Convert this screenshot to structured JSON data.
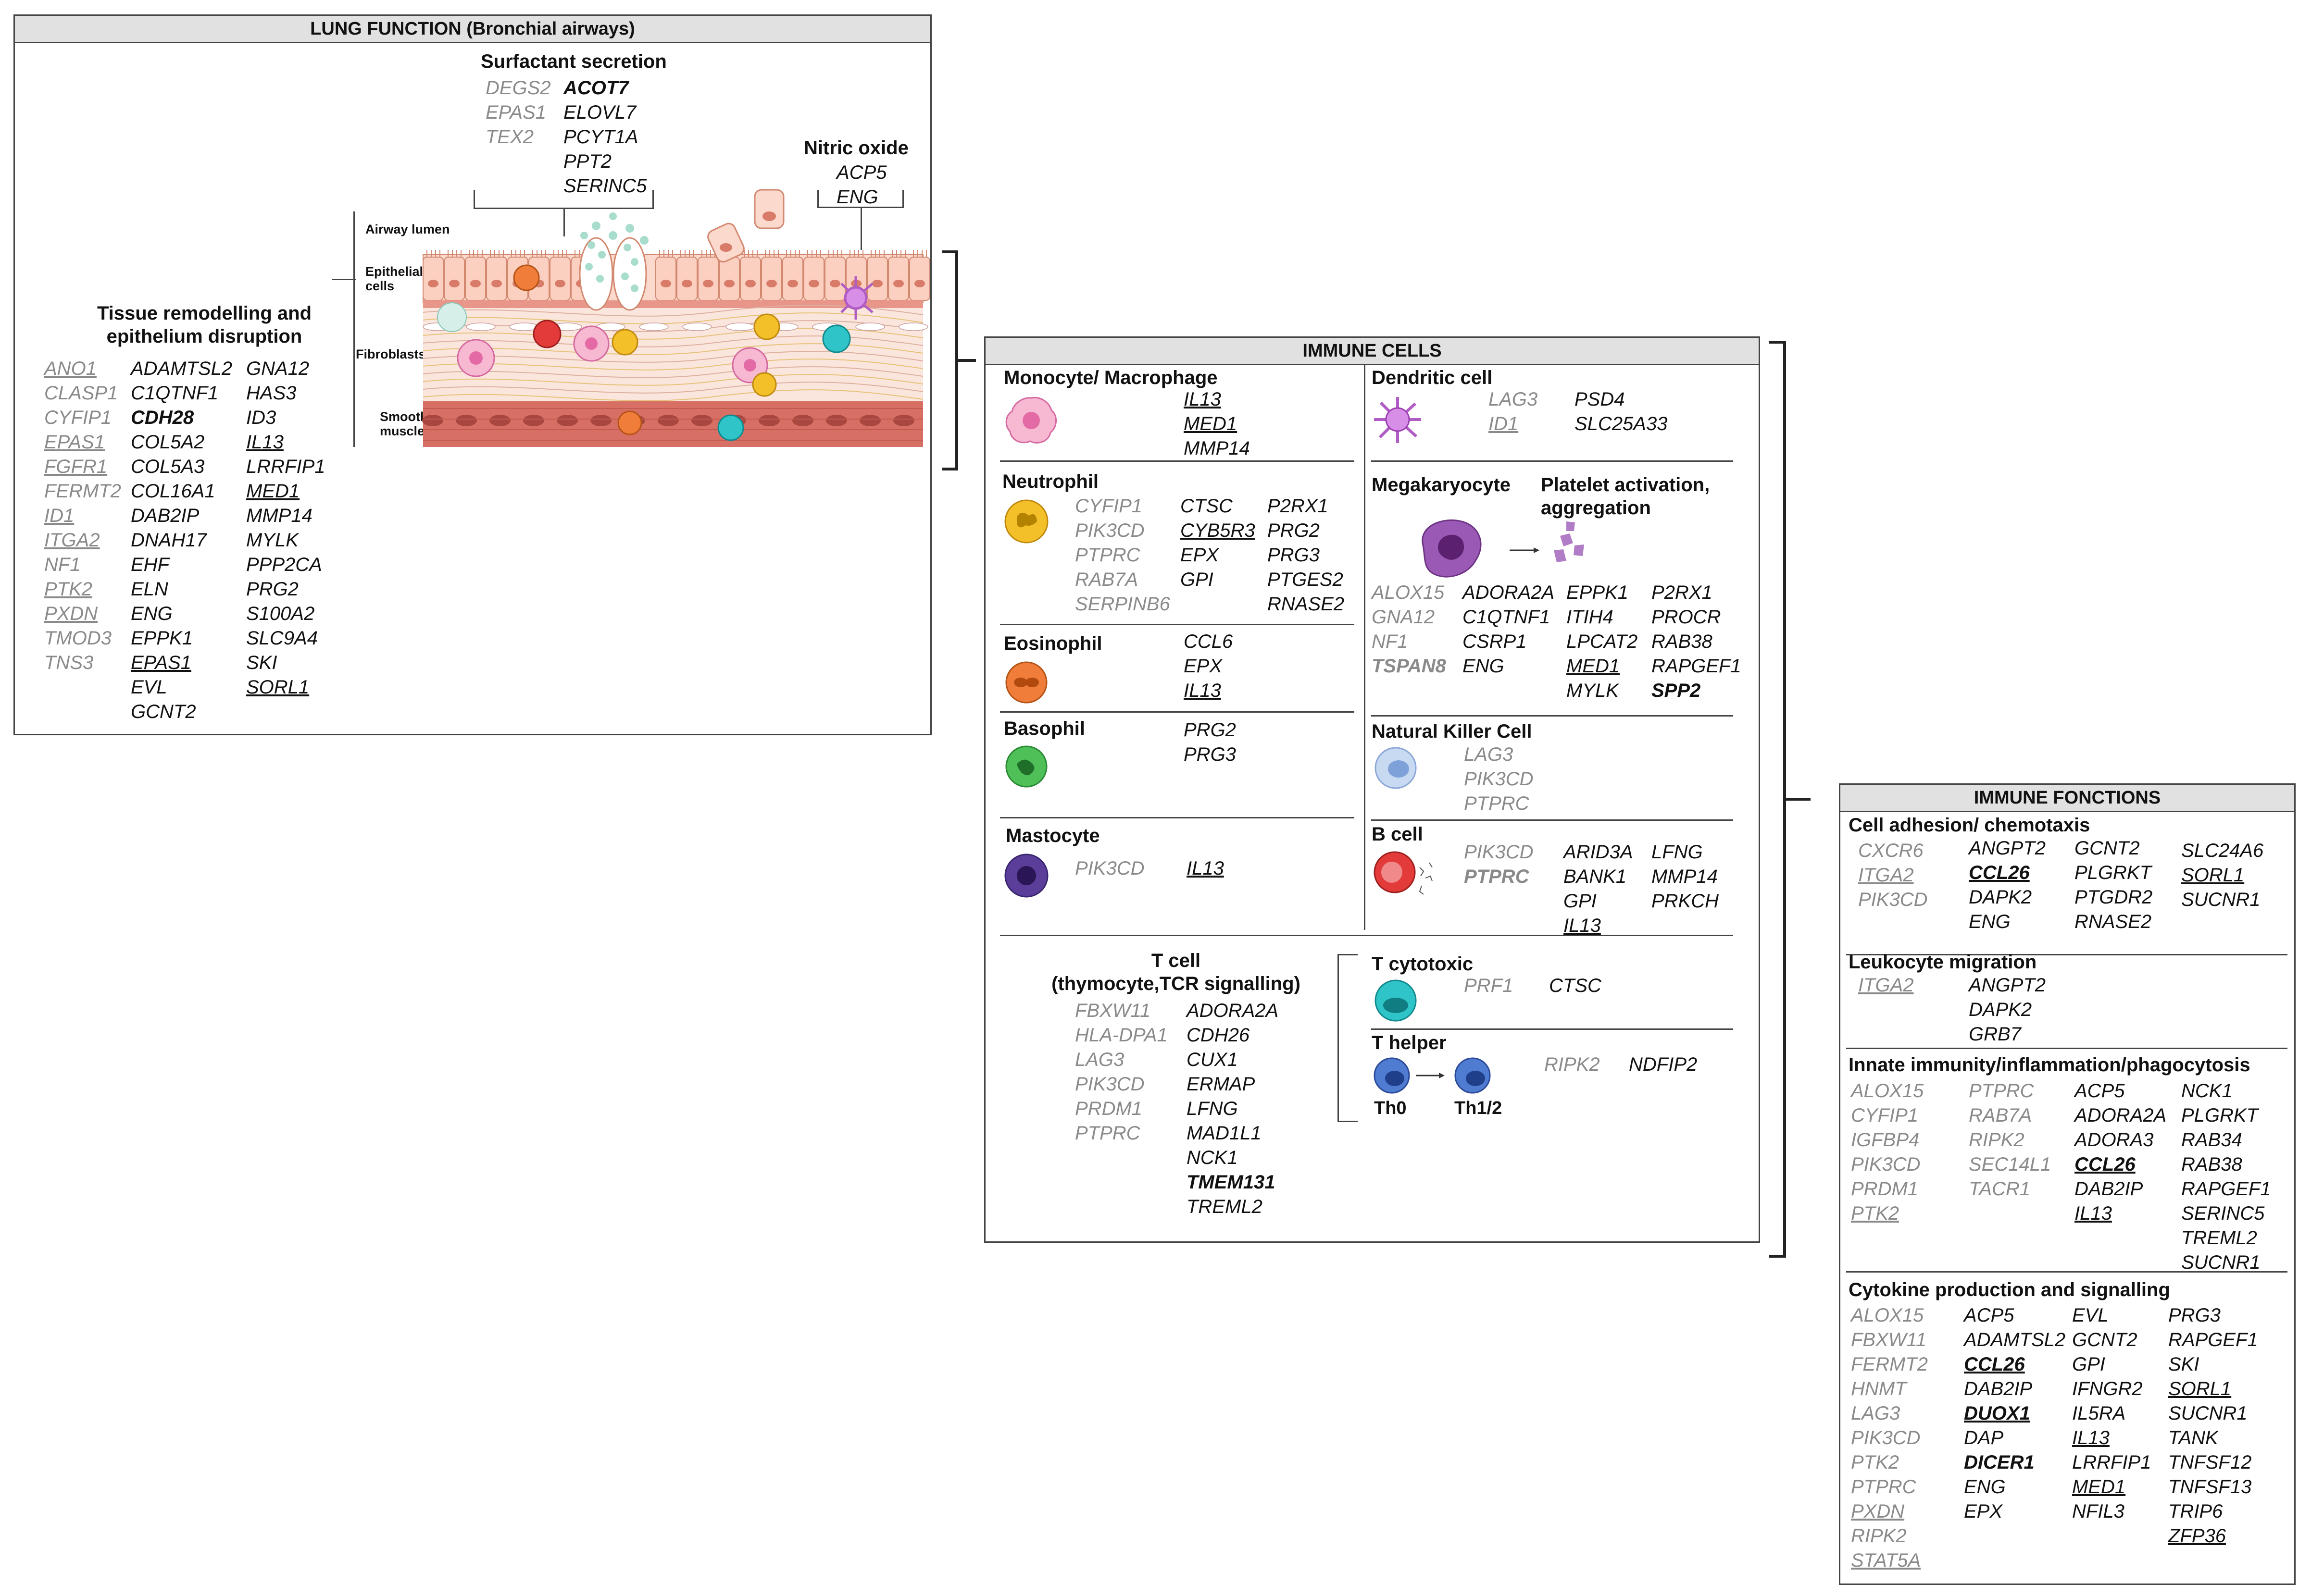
{
  "lung": {
    "header": "LUNG FUNCTION (Bronchial airways)",
    "surfactant": {
      "title": "Surfactant secretion",
      "col1": [
        {
          "t": "DEGS2",
          "s": "g"
        },
        {
          "t": "EPAS1",
          "s": "g"
        },
        {
          "t": "TEX2",
          "s": "g"
        }
      ],
      "col2": [
        {
          "t": "ACOT7",
          "s": "k b"
        },
        {
          "t": "ELOVL7",
          "s": "k"
        },
        {
          "t": "PCYT1A",
          "s": "k"
        },
        {
          "t": "PPT2",
          "s": "k"
        },
        {
          "t": "SERINC5",
          "s": "k"
        }
      ]
    },
    "nitric": {
      "title": "Nitric oxide",
      "col1": [
        {
          "t": "ACP5",
          "s": "k"
        },
        {
          "t": "ENG",
          "s": "k"
        }
      ]
    },
    "tissue": {
      "title_line1": "Tissue remodelling and",
      "title_line2": "epithelium disruption",
      "col1": [
        {
          "t": "ANO1",
          "s": "g u"
        },
        {
          "t": "CLASP1",
          "s": "g"
        },
        {
          "t": "CYFIP1",
          "s": "g"
        },
        {
          "t": "EPAS1",
          "s": "g u"
        },
        {
          "t": "FGFR1",
          "s": "g u"
        },
        {
          "t": "FERMT2",
          "s": "g"
        },
        {
          "t": "ID1",
          "s": "g u"
        },
        {
          "t": "ITGA2",
          "s": "g u"
        },
        {
          "t": "NF1",
          "s": "g"
        },
        {
          "t": "PTK2",
          "s": "g u"
        },
        {
          "t": "PXDN",
          "s": "g u"
        },
        {
          "t": "TMOD3",
          "s": "g"
        },
        {
          "t": "TNS3",
          "s": "g"
        }
      ],
      "col2": [
        {
          "t": "ADAMTSL2",
          "s": "k"
        },
        {
          "t": "C1QTNF1",
          "s": "k"
        },
        {
          "t": "CDH28",
          "s": "k b"
        },
        {
          "t": "COL5A2",
          "s": "k"
        },
        {
          "t": "COL5A3",
          "s": "k"
        },
        {
          "t": "COL16A1",
          "s": "k"
        },
        {
          "t": "DAB2IP",
          "s": "k"
        },
        {
          "t": "DNAH17",
          "s": "k"
        },
        {
          "t": "EHF",
          "s": "k"
        },
        {
          "t": "ELN",
          "s": "k"
        },
        {
          "t": "ENG",
          "s": "k"
        },
        {
          "t": "EPPK1",
          "s": "k"
        },
        {
          "t": "EPAS1",
          "s": "k u"
        },
        {
          "t": "EVL",
          "s": "k"
        },
        {
          "t": "GCNT2",
          "s": "k"
        }
      ],
      "col3": [
        {
          "t": "GNA12",
          "s": "k"
        },
        {
          "t": "HAS3",
          "s": "k"
        },
        {
          "t": "ID3",
          "s": "k"
        },
        {
          "t": "IL13",
          "s": "k u"
        },
        {
          "t": "LRRFIP1",
          "s": "k"
        },
        {
          "t": "MED1",
          "s": "k u"
        },
        {
          "t": "MMP14",
          "s": "k"
        },
        {
          "t": "MYLK",
          "s": "k"
        },
        {
          "t": "PPP2CA",
          "s": "k"
        },
        {
          "t": "PRG2",
          "s": "k"
        },
        {
          "t": "S100A2",
          "s": "k"
        },
        {
          "t": "SLC9A4",
          "s": "k"
        },
        {
          "t": "SKI",
          "s": "k"
        },
        {
          "t": "SORL1",
          "s": "k u"
        }
      ]
    },
    "layers": {
      "lumen": "Airway lumen",
      "epi1": "Epithelial",
      "epi2": "cells",
      "fib": "Fibroblasts",
      "sm1": "Smooth",
      "sm2": "muscle"
    }
  },
  "immune_cells": {
    "header": "IMMUNE CELLS",
    "monocyte": {
      "title": "Monocyte/ Macrophage",
      "col1": [
        {
          "t": "IL13",
          "s": "k u"
        },
        {
          "t": "MED1",
          "s": "k u"
        },
        {
          "t": "MMP14",
          "s": "k"
        }
      ]
    },
    "neutrophil": {
      "title": "Neutrophil",
      "col1": [
        {
          "t": "CYFIP1",
          "s": "g"
        },
        {
          "t": "PIK3CD",
          "s": "g"
        },
        {
          "t": "PTPRC",
          "s": "g"
        },
        {
          "t": "RAB7A",
          "s": "g"
        },
        {
          "t": "SERPINB6",
          "s": "g"
        }
      ],
      "col2": [
        {
          "t": "CTSC",
          "s": "k"
        },
        {
          "t": "CYB5R3",
          "s": "k u"
        },
        {
          "t": "EPX",
          "s": "k"
        },
        {
          "t": "GPI",
          "s": "k"
        }
      ],
      "col3": [
        {
          "t": "P2RX1",
          "s": "k"
        },
        {
          "t": "PRG2",
          "s": "k"
        },
        {
          "t": "PRG3",
          "s": "k"
        },
        {
          "t": "PTGES2",
          "s": "k"
        },
        {
          "t": "RNASE2",
          "s": "k"
        }
      ]
    },
    "eosinophil": {
      "title": "Eosinophil",
      "col1": [
        {
          "t": "CCL6",
          "s": "k"
        },
        {
          "t": "EPX",
          "s": "k"
        },
        {
          "t": "IL13",
          "s": "k u"
        }
      ]
    },
    "basophil": {
      "title": "Basophil",
      "col1": [
        {
          "t": "PRG2",
          "s": "k"
        },
        {
          "t": "PRG3",
          "s": "k"
        }
      ]
    },
    "mastocyte": {
      "title": "Mastocyte",
      "col1": [
        {
          "t": "PIK3CD",
          "s": "g"
        }
      ],
      "col2": [
        {
          "t": "IL13",
          "s": "k u"
        }
      ]
    },
    "tcell": {
      "title1": "T cell",
      "title2": "(thymocyte,TCR signalling)",
      "col1": [
        {
          "t": "FBXW11",
          "s": "g"
        },
        {
          "t": "HLA-DPA1",
          "s": "g"
        },
        {
          "t": "LAG3",
          "s": "g"
        },
        {
          "t": "PIK3CD",
          "s": "g"
        },
        {
          "t": "PRDM1",
          "s": "g"
        },
        {
          "t": "PTPRC",
          "s": "g"
        }
      ],
      "col2": [
        {
          "t": "ADORA2A",
          "s": "k"
        },
        {
          "t": "CDH26",
          "s": "k"
        },
        {
          "t": "CUX1",
          "s": "k"
        },
        {
          "t": "ERMAP",
          "s": "k"
        },
        {
          "t": "LFNG",
          "s": "k"
        },
        {
          "t": "MAD1L1",
          "s": "k"
        },
        {
          "t": "NCK1",
          "s": "k"
        },
        {
          "t": "TMEM131",
          "s": "k b"
        },
        {
          "t": "TREML2",
          "s": "k"
        }
      ]
    },
    "dendritic": {
      "title": "Dendritic cell",
      "col1": [
        {
          "t": "LAG3",
          "s": "g"
        },
        {
          "t": "ID1",
          "s": "g u"
        }
      ],
      "col2": [
        {
          "t": "PSD4",
          "s": "k"
        },
        {
          "t": "SLC25A33",
          "s": "k"
        }
      ]
    },
    "megakaryocyte": {
      "title": "Megakaryocyte",
      "title2a": "Platelet activation,",
      "title2b": "aggregation",
      "col1": [
        {
          "t": "ALOX15",
          "s": "g"
        },
        {
          "t": "GNA12",
          "s": "g"
        },
        {
          "t": "NF1",
          "s": "g"
        },
        {
          "t": "TSPAN8",
          "s": "g b"
        }
      ],
      "col2": [
        {
          "t": "ADORA2A",
          "s": "k"
        },
        {
          "t": "C1QTNF1",
          "s": "k"
        },
        {
          "t": "CSRP1",
          "s": "k"
        },
        {
          "t": "ENG",
          "s": "k"
        }
      ],
      "col3": [
        {
          "t": "EPPK1",
          "s": "k"
        },
        {
          "t": "ITIH4",
          "s": "k"
        },
        {
          "t": "LPCAT2",
          "s": "k"
        },
        {
          "t": "MED1",
          "s": "k u"
        },
        {
          "t": "MYLK",
          "s": "k"
        }
      ],
      "col4": [
        {
          "t": "P2RX1",
          "s": "k"
        },
        {
          "t": "PROCR",
          "s": "k"
        },
        {
          "t": "RAB38",
          "s": "k"
        },
        {
          "t": "RAPGEF1",
          "s": "k"
        },
        {
          "t": "SPP2",
          "s": "k b"
        }
      ]
    },
    "nk": {
      "title": "Natural Killer Cell",
      "col1": [
        {
          "t": "LAG3",
          "s": "g"
        },
        {
          "t": "PIK3CD",
          "s": "g"
        },
        {
          "t": "PTPRC",
          "s": "g"
        }
      ]
    },
    "bcell": {
      "title": "B cell",
      "col1": [
        {
          "t": "PIK3CD",
          "s": "g"
        },
        {
          "t": "PTPRC",
          "s": "g b"
        }
      ],
      "col2": [
        {
          "t": "ARID3A",
          "s": "k"
        },
        {
          "t": "BANK1",
          "s": "k"
        },
        {
          "t": "GPI",
          "s": "k"
        },
        {
          "t": "IL13",
          "s": "k u"
        }
      ],
      "col3": [
        {
          "t": "LFNG",
          "s": "k"
        },
        {
          "t": "MMP14",
          "s": "k"
        },
        {
          "t": "PRKCH",
          "s": "k"
        }
      ]
    },
    "tcyto": {
      "title": "T cytotoxic",
      "col1": [
        {
          "t": "PRF1",
          "s": "g"
        }
      ],
      "col2": [
        {
          "t": "CTSC",
          "s": "k"
        }
      ]
    },
    "thelper": {
      "title": "T helper",
      "th0": "Th0",
      "th12": "Th1/2",
      "col1": [
        {
          "t": "RIPK2",
          "s": "g"
        }
      ],
      "col2": [
        {
          "t": "NDFIP2",
          "s": "k"
        }
      ]
    }
  },
  "immune_functions": {
    "header": "IMMUNE FONCTIONS",
    "adhesion": {
      "title": "Cell adhesion/ chemotaxis",
      "col1": [
        {
          "t": "CXCR6",
          "s": "g"
        },
        {
          "t": "ITGA2",
          "s": "g u"
        },
        {
          "t": "PIK3CD",
          "s": "g"
        }
      ],
      "col2": [
        {
          "t": "ANGPT2",
          "s": "k"
        },
        {
          "t": "CCL26",
          "s": "k b u"
        },
        {
          "t": "DAPK2",
          "s": "k"
        },
        {
          "t": "ENG",
          "s": "k"
        }
      ],
      "col3": [
        {
          "t": "GCNT2",
          "s": "k"
        },
        {
          "t": "PLGRKT",
          "s": "k"
        },
        {
          "t": "PTGDR2",
          "s": "k"
        },
        {
          "t": "RNASE2",
          "s": "k"
        }
      ],
      "col4": [
        {
          "t": "SLC24A6",
          "s": "k"
        },
        {
          "t": "SORL1",
          "s": "k u"
        },
        {
          "t": "SUCNR1",
          "s": "k"
        }
      ]
    },
    "leukocyte": {
      "title": "Leukocyte migration",
      "col1": [
        {
          "t": "ITGA2",
          "s": "g u"
        }
      ],
      "col2": [
        {
          "t": "ANGPT2",
          "s": "k"
        },
        {
          "t": "DAPK2",
          "s": "k"
        },
        {
          "t": "GRB7",
          "s": "k"
        }
      ]
    },
    "innate": {
      "title": "Innate immunity/inflammation/phagocytosis",
      "col1": [
        {
          "t": "ALOX15",
          "s": "g"
        },
        {
          "t": "CYFIP1",
          "s": "g"
        },
        {
          "t": "IGFBP4",
          "s": "g"
        },
        {
          "t": "PIK3CD",
          "s": "g"
        },
        {
          "t": "PRDM1",
          "s": "g"
        },
        {
          "t": "PTK2",
          "s": "g u"
        }
      ],
      "col2": [
        {
          "t": "PTPRC",
          "s": "g"
        },
        {
          "t": "RAB7A",
          "s": "g"
        },
        {
          "t": "RIPK2",
          "s": "g"
        },
        {
          "t": "SEC14L1",
          "s": "g"
        },
        {
          "t": "TACR1",
          "s": "g"
        }
      ],
      "col3": [
        {
          "t": "ACP5",
          "s": "k"
        },
        {
          "t": "ADORA2A",
          "s": "k"
        },
        {
          "t": "ADORA3",
          "s": "k"
        },
        {
          "t": "CCL26",
          "s": "k b u"
        },
        {
          "t": "DAB2IP",
          "s": "k"
        },
        {
          "t": "IL13",
          "s": "k u"
        }
      ],
      "col4": [
        {
          "t": "NCK1",
          "s": "k"
        },
        {
          "t": "PLGRKT",
          "s": "k"
        },
        {
          "t": "RAB34",
          "s": "k"
        },
        {
          "t": "RAB38",
          "s": "k"
        },
        {
          "t": "RAPGEF1",
          "s": "k"
        },
        {
          "t": "SERINC5",
          "s": "k"
        },
        {
          "t": "TREML2",
          "s": "k"
        },
        {
          "t": "SUCNR1",
          "s": "k"
        }
      ]
    },
    "cytokine": {
      "title": "Cytokine production and signalling",
      "col1": [
        {
          "t": "ALOX15",
          "s": "g"
        },
        {
          "t": "FBXW11",
          "s": "g"
        },
        {
          "t": "FERMT2",
          "s": "g"
        },
        {
          "t": "HNMT",
          "s": "g"
        },
        {
          "t": "LAG3",
          "s": "g"
        },
        {
          "t": "PIK3CD",
          "s": "g"
        },
        {
          "t": "PTK2",
          "s": "g"
        },
        {
          "t": "PTPRC",
          "s": "g"
        },
        {
          "t": "PXDN",
          "s": "g u"
        },
        {
          "t": "RIPK2",
          "s": "g"
        },
        {
          "t": "STAT5A",
          "s": "g u"
        }
      ],
      "col2": [
        {
          "t": "ACP5",
          "s": "k"
        },
        {
          "t": "ADAMTSL2",
          "s": "k"
        },
        {
          "t": "CCL26",
          "s": "k b u"
        },
        {
          "t": "DAB2IP",
          "s": "k"
        },
        {
          "t": "DUOX1",
          "s": "k b u"
        },
        {
          "t": "DAP",
          "s": "k"
        },
        {
          "t": "DICER1",
          "s": "k b"
        },
        {
          "t": "ENG",
          "s": "k"
        },
        {
          "t": "EPX",
          "s": "k"
        }
      ],
      "col3": [
        {
          "t": "EVL",
          "s": "k"
        },
        {
          "t": "GCNT2",
          "s": "k"
        },
        {
          "t": "GPI",
          "s": "k"
        },
        {
          "t": "IFNGR2",
          "s": "k"
        },
        {
          "t": "IL5RA",
          "s": "k"
        },
        {
          "t": "IL13",
          "s": "k u"
        },
        {
          "t": "LRRFIP1",
          "s": "k"
        },
        {
          "t": "MED1",
          "s": "k u"
        },
        {
          "t": "NFIL3",
          "s": "k"
        }
      ],
      "col4": [
        {
          "t": "PRG3",
          "s": "k"
        },
        {
          "t": "RAPGEF1",
          "s": "k"
        },
        {
          "t": "SKI",
          "s": "k"
        },
        {
          "t": "SORL1",
          "s": "k u"
        },
        {
          "t": "SUCNR1",
          "s": "k"
        },
        {
          "t": "TANK",
          "s": "k"
        },
        {
          "t": "TNFSF12",
          "s": "k"
        },
        {
          "t": "TNFSF13",
          "s": "k"
        },
        {
          "t": "TRIP6",
          "s": "k"
        },
        {
          "t": "ZFP36",
          "s": "k u"
        }
      ]
    }
  }
}
